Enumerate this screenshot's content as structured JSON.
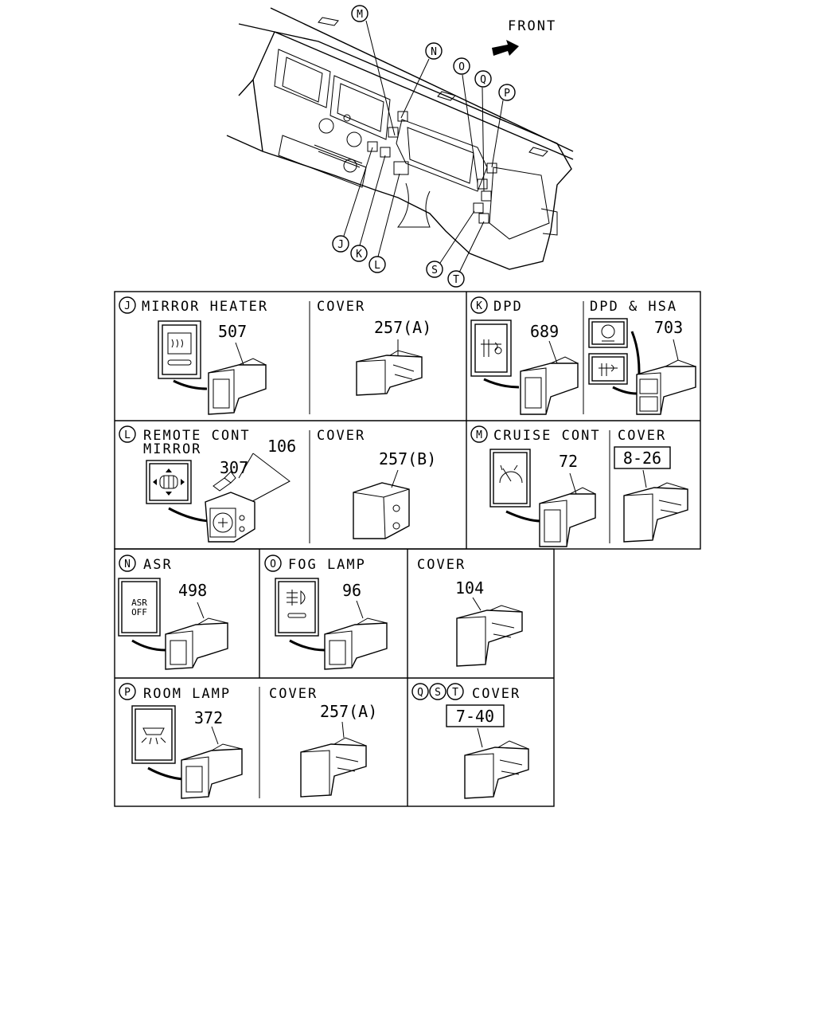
{
  "overview": {
    "front_label": "FRONT",
    "callouts": [
      "M",
      "N",
      "O",
      "Q",
      "P",
      "J",
      "K",
      "L",
      "S",
      "T"
    ]
  },
  "panels": {
    "J": {
      "letter": "J",
      "title": "MIRROR HEATER",
      "part": "507"
    },
    "J_cover": {
      "title": "COVER",
      "part": "257(A)"
    },
    "K": {
      "letter": "K",
      "title": "DPD",
      "part": "689"
    },
    "K_hsa": {
      "title": "DPD & HSA",
      "part": "703"
    },
    "L": {
      "letter": "L",
      "title_line1": "REMOTE CONT",
      "title_line2": "MIRROR",
      "part_assy": "106",
      "part_screw": "307"
    },
    "L_cover": {
      "title": "COVER",
      "part": "257(B)"
    },
    "M": {
      "letter": "M",
      "title": "CRUISE CONT",
      "part": "72"
    },
    "M_cover": {
      "title": "COVER",
      "ref": "8-26"
    },
    "N": {
      "letter": "N",
      "title": "ASR",
      "part": "498",
      "switch_text_1": "ASR",
      "switch_text_2": "OFF"
    },
    "O": {
      "letter": "O",
      "title": "FOG LAMP",
      "part": "96"
    },
    "O_cover": {
      "title": "COVER",
      "part": "104"
    },
    "P": {
      "letter": "P",
      "title": "ROOM LAMP",
      "part": "372"
    },
    "P_cover": {
      "title": "COVER",
      "part": "257(A)"
    },
    "QST": {
      "letters": [
        "Q",
        "S",
        "T"
      ],
      "title": "COVER",
      "ref": "7-40"
    }
  }
}
